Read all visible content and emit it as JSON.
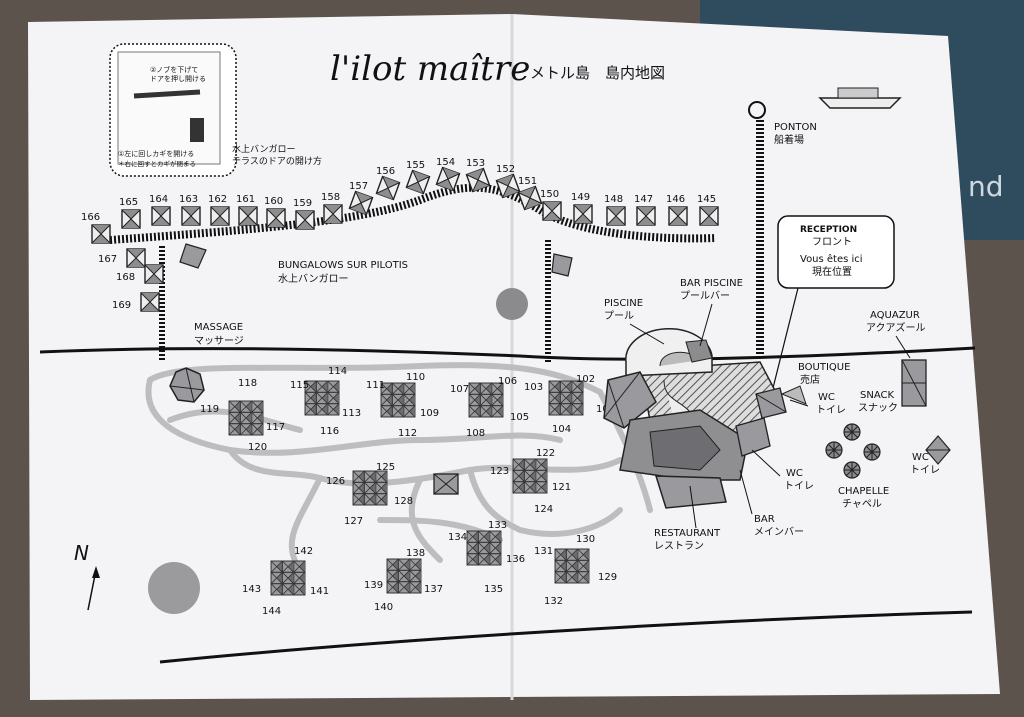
{
  "map": {
    "title": "l'ilot maître",
    "title_jp": "メトル島　島内地図",
    "north": "N",
    "inset": {
      "step2": "②ノブを下げて",
      "step2b": "ドアを押し開ける",
      "step1": "①左に回しカギを開ける",
      "step1b": "＊右に回すとカギが閉まる"
    },
    "door_note": [
      "水上バンガロー",
      "テラスのドアの開け方"
    ],
    "labels": {
      "ponton": "PONTON",
      "ponton_jp": "船着場",
      "reception": "RECEPTION",
      "reception_jp": "フロント",
      "here": "Vous êtes ici",
      "here_jp": "現在位置",
      "bungalows": "BUNGALOWS SUR PILOTIS",
      "bungalows_jp": "水上バンガロー",
      "massage": "MASSAGE",
      "massage_jp": "マッサージ",
      "piscine": "PISCINE",
      "piscine_jp": "プール",
      "bar_piscine": "BAR PISCINE",
      "bar_piscine_jp": "プールバー",
      "aquazur": "AQUAZUR",
      "aquazur_jp": "アクアズール",
      "boutique": "BOUTIQUE",
      "boutique_jp": "売店",
      "wc": "WC",
      "wc_jp": "トイレ",
      "snack": "SNACK",
      "snack_jp": "スナック",
      "chapelle": "CHAPELLE",
      "chapelle_jp": "チャペル",
      "restaurant": "RESTAURANT",
      "restaurant_jp": "レストラン",
      "bar": "BAR",
      "bar_jp": "メインバー"
    },
    "overwater_numbers": [
      "145",
      "146",
      "147",
      "148",
      "149",
      "150",
      "151",
      "152",
      "153",
      "154",
      "155",
      "156",
      "157",
      "158",
      "159",
      "160",
      "161",
      "162",
      "163",
      "164",
      "165",
      "166",
      "167",
      "168",
      "169"
    ],
    "garden_numbers": [
      "101",
      "102",
      "103",
      "104",
      "105",
      "106",
      "107",
      "108",
      "109",
      "110",
      "111",
      "112",
      "113",
      "114",
      "115",
      "116",
      "117",
      "118",
      "119",
      "120",
      "121",
      "122",
      "123",
      "124",
      "125",
      "126",
      "127",
      "128",
      "129",
      "130",
      "131",
      "132",
      "133",
      "134",
      "135",
      "136",
      "137",
      "138",
      "139",
      "140",
      "141",
      "142",
      "143",
      "144"
    ],
    "colors": {
      "paper": "#f4f4f6",
      "ink": "#1a1a1a",
      "fill": "#9a9a9e",
      "path": "#bdbdc0"
    }
  }
}
